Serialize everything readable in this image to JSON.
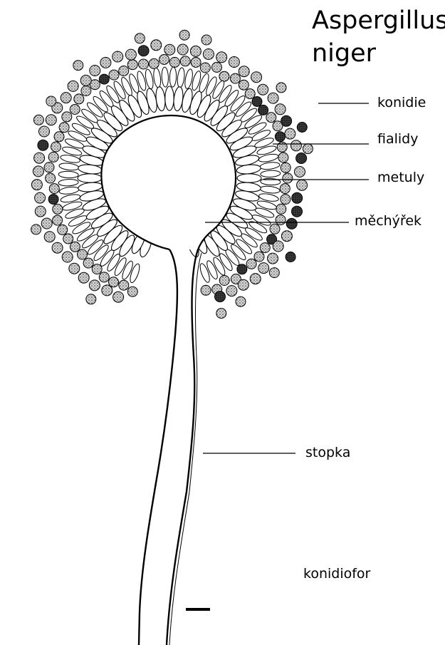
{
  "title": {
    "line1": "Aspergillus",
    "line2": "niger"
  },
  "labels": {
    "konidie": "konidie",
    "fialidy": "fialidy",
    "metuly": "metuly",
    "mechyrek": "měchýřek",
    "stopka": "stopka",
    "konidiofor": "konidiofor"
  },
  "colors": {
    "ink": "#000000",
    "background": "#ffffff",
    "conidia_fill": "#bdbdbd",
    "conidia_dark_fill": "#1e1e1e"
  }
}
